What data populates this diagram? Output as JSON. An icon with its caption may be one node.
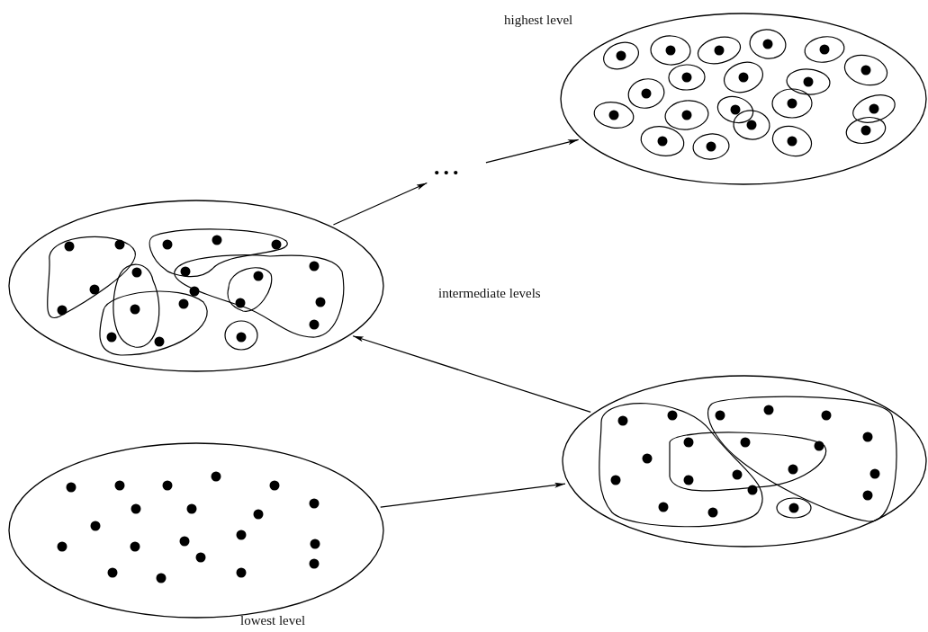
{
  "diagram": {
    "nodes": [
      {
        "text": [
          "highest level"
        ]
      },
      {
        "text": [
          "..."
        ]
      },
      {
        "text": [],
        "shape": "ellipse"
      },
      {
        "text": [],
        "shape": "ellipse"
      },
      {
        "text": [
          "lowest level"
        ]
      }
    ],
    "edges": [
      {
        "from": 4,
        "to": 3,
        "arrow": "to"
      },
      {
        "from": 3,
        "to": 2,
        "arrow": "to"
      },
      {
        "from": 2,
        "to": 1,
        "arrow": "to"
      },
      {
        "from": 1,
        "to": 0,
        "arrow": "to"
      }
    ],
    "labels": [
      "intermediate levels"
    ]
  }
}
